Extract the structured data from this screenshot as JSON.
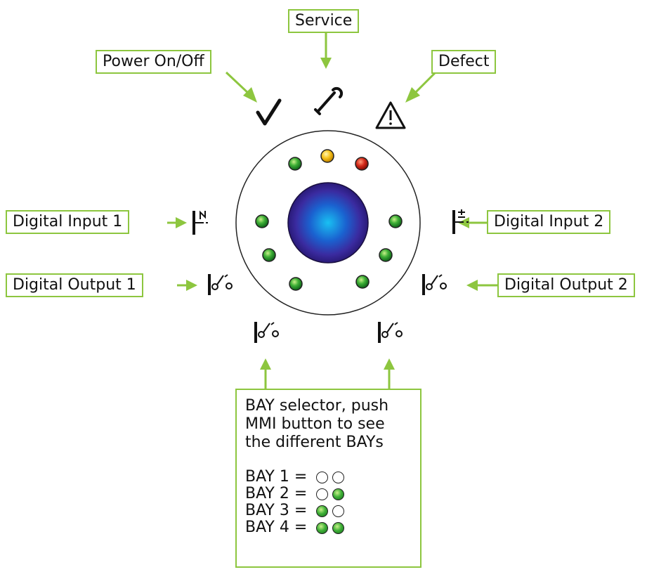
{
  "labels": {
    "service": "Service",
    "power": "Power On/Off",
    "defect": "Defect",
    "digital_input_1": "Digital Input 1",
    "digital_input_2": "Digital Input 2",
    "digital_output_1": "Digital Output 1",
    "digital_output_2": "Digital Output 2"
  },
  "bay_selector": {
    "description": "BAY selector, push\nMMI button to see\nthe different BAYs",
    "rows": [
      {
        "label": "BAY 1 = ",
        "leds": [
          "off",
          "off"
        ]
      },
      {
        "label": "BAY 2 = ",
        "leds": [
          "off",
          "on"
        ]
      },
      {
        "label": "BAY 3 = ",
        "leds": [
          "on",
          "off"
        ]
      },
      {
        "label": "BAY 4 = ",
        "leds": [
          "on",
          "on"
        ]
      }
    ]
  },
  "icons": [
    "check-icon",
    "wrench-icon",
    "warning-icon",
    "input-1-icon",
    "input-2-icon",
    "output-icon"
  ],
  "colors": {
    "accent": "#8dc63f",
    "led_green": "#3fb037",
    "led_yellow": "#f6c21c",
    "led_red": "#d42a1a",
    "knob": "#1a7fd9"
  }
}
